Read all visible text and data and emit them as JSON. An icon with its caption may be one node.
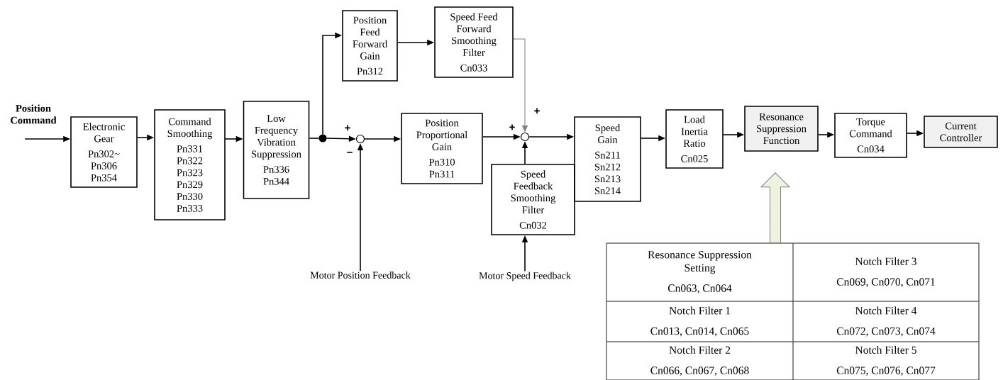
{
  "diagram": {
    "nodes": [
      {
        "text": [
          "Electronic Gear",
          "Pn302~ Pn306 Pn354"
        ]
      },
      {
        "text": [
          "Command Smoothing",
          "Pn331 Pn322 Pn323 Pn329 Pn330 Pn333"
        ]
      },
      {
        "text": [
          "Low Frequency Vibration Suppression",
          "Pn336 Pn344"
        ]
      },
      {
        "text": [],
        "shape": "circle"
      },
      {
        "text": [
          "Position Feed Forward Gain",
          "Pn312"
        ]
      },
      {
        "text": [
          "Speed Feed Forward Smoothing Filter",
          "Cn033"
        ]
      },
      {
        "text": [],
        "shape": "circle"
      },
      {
        "text": [
          "Position Proportional Gain",
          "Pn310 Pn311"
        ]
      },
      {
        "text": [],
        "shape": "circle"
      },
      {
        "text": [
          "Speed Feedback Smoothing Filter",
          "Cn032"
        ]
      },
      {
        "text": [
          "Speed Gain",
          "Sn211 Sn212 Sn213 Sn214"
        ]
      },
      {
        "text": [
          "Load Inertia Ratio",
          "Cn025"
        ]
      },
      {
        "text": [
          "Resonance Suppression Function"
        ]
      },
      {
        "text": [
          "Torque Command",
          "Cn034"
        ]
      },
      {
        "text": [
          "Current Controller"
        ]
      },
      {
        "text": [
          "Motor Position Feedback"
        ]
      },
      {
        "text": [
          "Motor Speed Feedback"
        ]
      },
      {
        "text": [],
        "shape": "box"
      },
      {
        "text": [
          "Resonance Suppression Setting",
          "Cn063, Cn064"
        ],
        "in": 17
      },
      {
        "text": [
          "Notch Filter 3",
          "Cn069, Cn070, Cn071"
        ],
        "in": 17
      },
      {
        "text": [
          "Notch Filter 1",
          "Cn013, Cn014, Cn065"
        ],
        "in": 17
      },
      {
        "text": [
          "Notch Filter 4",
          "Cn072, Cn073, Cn074"
        ],
        "in": 17
      },
      {
        "text": [
          "Notch Filter 2",
          "Cn066, Cn067, Cn068"
        ],
        "in": 17
      },
      {
        "text": [
          "Notch Filter 5",
          "Cn075, Cn076, Cn077"
        ],
        "in": 17
      }
    ],
    "edges": [
      {
        "from": null,
        "to": 0,
        "arrow": "to"
      },
      {
        "from": 0,
        "to": 1,
        "arrow": "to"
      },
      {
        "from": 1,
        "to": 2,
        "arrow": "to"
      },
      {
        "from": 2,
        "to": 3,
        "arrow": "none"
      },
      {
        "from": 3,
        "to": 4,
        "arrow": "to"
      },
      {
        "from": 3,
        "to": 6,
        "arrow": "to",
        "label": "+"
      },
      {
        "from": 4,
        "to": 5,
        "arrow": "to"
      },
      {
        "from": 5,
        "to": 8,
        "arrow": "to",
        "label": "+",
        "color": "#808080"
      },
      {
        "from": 6,
        "to": 7,
        "arrow": "to"
      },
      {
        "from": 7,
        "to": 8,
        "arrow": "to",
        "label": "+"
      },
      {
        "from": 15,
        "to": 6,
        "arrow": "to",
        "label": "−"
      },
      {
        "from": 16,
        "to": 9,
        "arrow": "to"
      },
      {
        "from": 9,
        "to": 8,
        "arrow": "to"
      },
      {
        "from": 8,
        "to": 10,
        "arrow": "to"
      },
      {
        "from": 10,
        "to": 11,
        "arrow": "to"
      },
      {
        "from": 11,
        "to": 12,
        "arrow": "to"
      },
      {
        "from": 12,
        "to": 13,
        "arrow": "to"
      },
      {
        "from": 13,
        "to": 14,
        "arrow": "to"
      },
      {
        "from": 17,
        "to": 12,
        "arrow": "to",
        "style": "thick",
        "color": "#eef3e0"
      }
    ],
    "labels": [
      "Position Command"
    ]
  }
}
